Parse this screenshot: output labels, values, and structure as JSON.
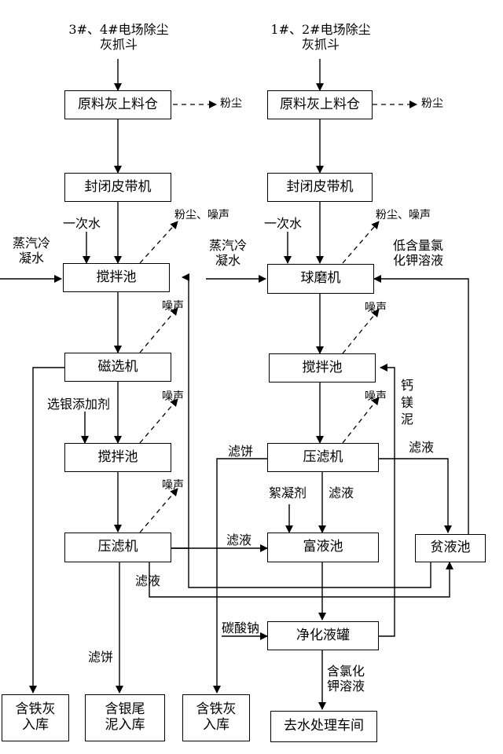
{
  "boxes": {
    "raw_bin_left": "原料灰上料仓",
    "belt_left": "封闭皮带机",
    "mixer1_left": "搅拌池",
    "magnetic_separator": "磁选机",
    "mixer2_left": "搅拌池",
    "filter_press_left": "压滤机",
    "store_iron_left": "含铁灰\n入库",
    "store_silver": "含银尾\n泥入库",
    "raw_bin_right": "原料灰上料仓",
    "belt_right": "封闭皮带机",
    "ball_mill": "球磨机",
    "mixer_right": "搅拌池",
    "filter_press_right": "压滤机",
    "rich_tank": "富液池",
    "poor_tank": "贫液池",
    "purify_tank": "净化液罐",
    "store_iron_right": "含铁灰\n入库",
    "dewater": "去水处理车间"
  },
  "labels": {
    "src_left": "3#、4#电场除尘\n灰抓斗",
    "src_right": "1#、2#电场除尘\n灰抓斗",
    "dust_left": "粉尘",
    "dust_right": "粉尘",
    "dust_noise_left": "粉尘、噪声",
    "dust_noise_right": "粉尘、噪声",
    "primary_water_left": "一次水",
    "primary_water_right": "一次水",
    "steam_left": "蒸汽冷\n凝水",
    "steam_right": "蒸汽冷\n凝水",
    "low_kcl": "低含量氯\n化钾溶液",
    "noise_1": "噪声",
    "noise_2": "噪声",
    "noise_3": "噪声",
    "noise_4": "噪声",
    "noise_5": "噪声",
    "silver_additive": "选银添加剂",
    "ca_mg_mud": "钙\n镁\n泥",
    "filtrate_poor": "滤液",
    "filter_cake_right": "滤饼",
    "flocculant": "絮凝剂",
    "filtrate_rich": "滤液",
    "filtrate_mid": "滤液",
    "filtrate_left": "滤液",
    "sodium_carbonate": "碳酸钠",
    "filter_cake_left": "滤饼",
    "kcl_solution": "含氯化\n钾溶液"
  }
}
